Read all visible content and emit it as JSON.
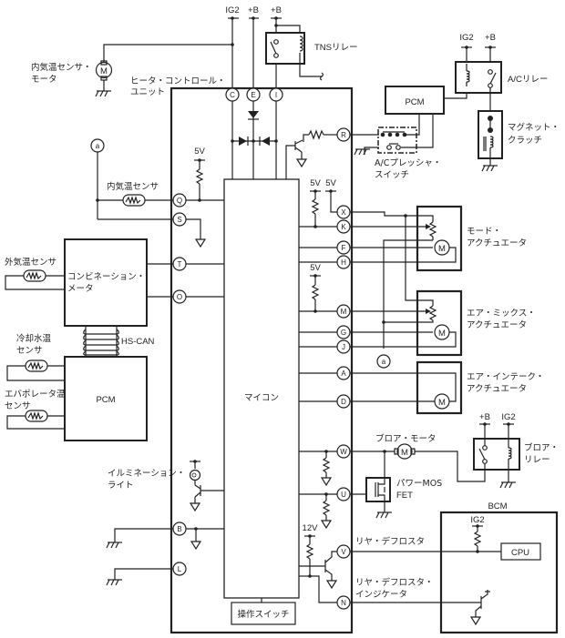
{
  "labels": {
    "ig2": "IG2",
    "plus_b": "+B",
    "v5": "5V",
    "v12": "12V",
    "room_temp_motor": [
      "内気温センサ・",
      "モータ"
    ],
    "heater_control_unit": [
      "ヒータ・コントロール・",
      "ユニット"
    ],
    "tns_relay": "TNSリレー",
    "ac_relay": "A/Cリレー",
    "pcm_top": "PCM",
    "magnet_clutch": [
      "マグネット・",
      "クラッチ"
    ],
    "ac_pressure_switch": [
      "A/Cプレッシャ・",
      "スイッチ"
    ],
    "room_temp_sensor": "内気温センサ",
    "outside_temp_sensor": "外気温センサ",
    "combination_meter": [
      "コンビネーション・",
      "メータ"
    ],
    "hs_can": "HS-CAN",
    "coolant_temp_sensor": [
      "冷却水温",
      "センサ"
    ],
    "evaporator_temp_sensor": [
      "エバポレータ温",
      "センサ"
    ],
    "pcm_bottom": "PCM",
    "microcomputer": "マイコン",
    "mode_actuator": [
      "モード・",
      "アクチュエータ"
    ],
    "air_mix_actuator": [
      "エア・ミックス・",
      "アクチュエータ"
    ],
    "air_intake_actuator": [
      "エア・インテーク・",
      "アクチュエータ"
    ],
    "blower_motor": "ブロア・モータ",
    "blower_relay": [
      "ブロア・",
      "リレー"
    ],
    "power_mosfet": [
      "パワーMOS",
      "FET"
    ],
    "illumination_light": [
      "イルミネーション・",
      "ライト"
    ],
    "bcm": "BCM",
    "cpu": "CPU",
    "rear_defroster": "リヤ・デフロスタ",
    "rear_defroster_indicator": [
      "リヤ・デフロスタ・",
      "インジケータ"
    ],
    "operation_switch": "操作スイッチ",
    "connector_a": "a"
  },
  "pins": {
    "C": "C",
    "E": "E",
    "I": "I",
    "R": "R",
    "Q": "Q",
    "S": "S",
    "T": "T",
    "O": "O",
    "X": "X",
    "K": "K",
    "F": "F",
    "H": "H",
    "M": "M",
    "G": "G",
    "J": "J",
    "A": "A",
    "D": "D",
    "W": "W",
    "U": "U",
    "V": "V",
    "N": "N",
    "B": "B",
    "L": "L"
  }
}
